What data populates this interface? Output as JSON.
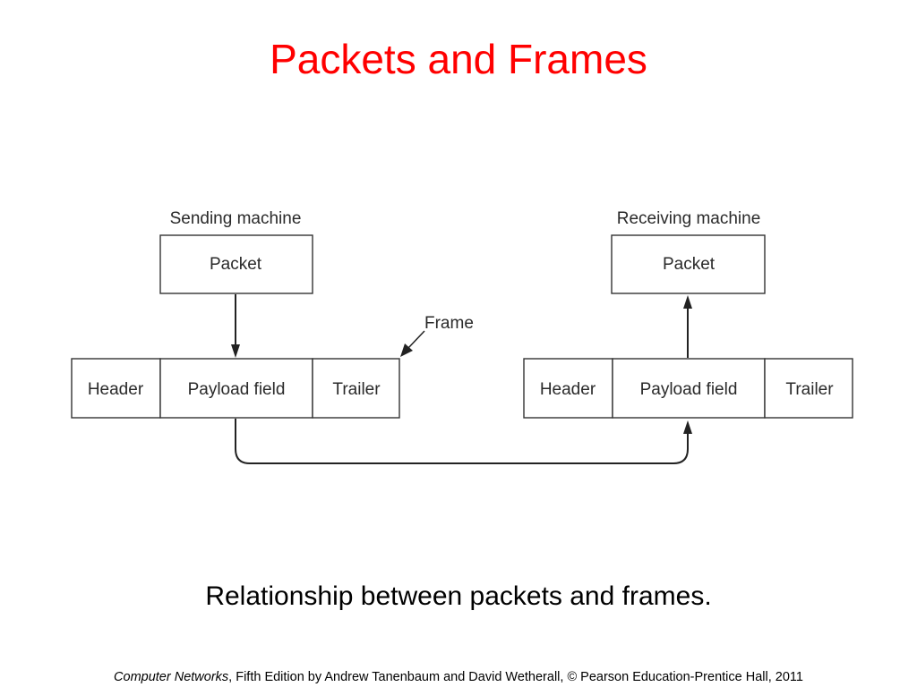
{
  "title": "Packets and Frames",
  "diagram": {
    "sending_label": "Sending machine",
    "receiving_label": "Receiving machine",
    "frame_label": "Frame",
    "sender": {
      "packet": "Packet",
      "header": "Header",
      "payload": "Payload field",
      "trailer": "Trailer"
    },
    "receiver": {
      "packet": "Packet",
      "header": "Header",
      "payload": "Payload field",
      "trailer": "Trailer"
    }
  },
  "caption": "Relationship between packets and frames.",
  "footer": {
    "book_title": "Computer Networks",
    "credit": ", Fifth Edition by Andrew Tanenbaum and David Wetherall, © Pearson Education-Prentice Hall, 2011"
  }
}
